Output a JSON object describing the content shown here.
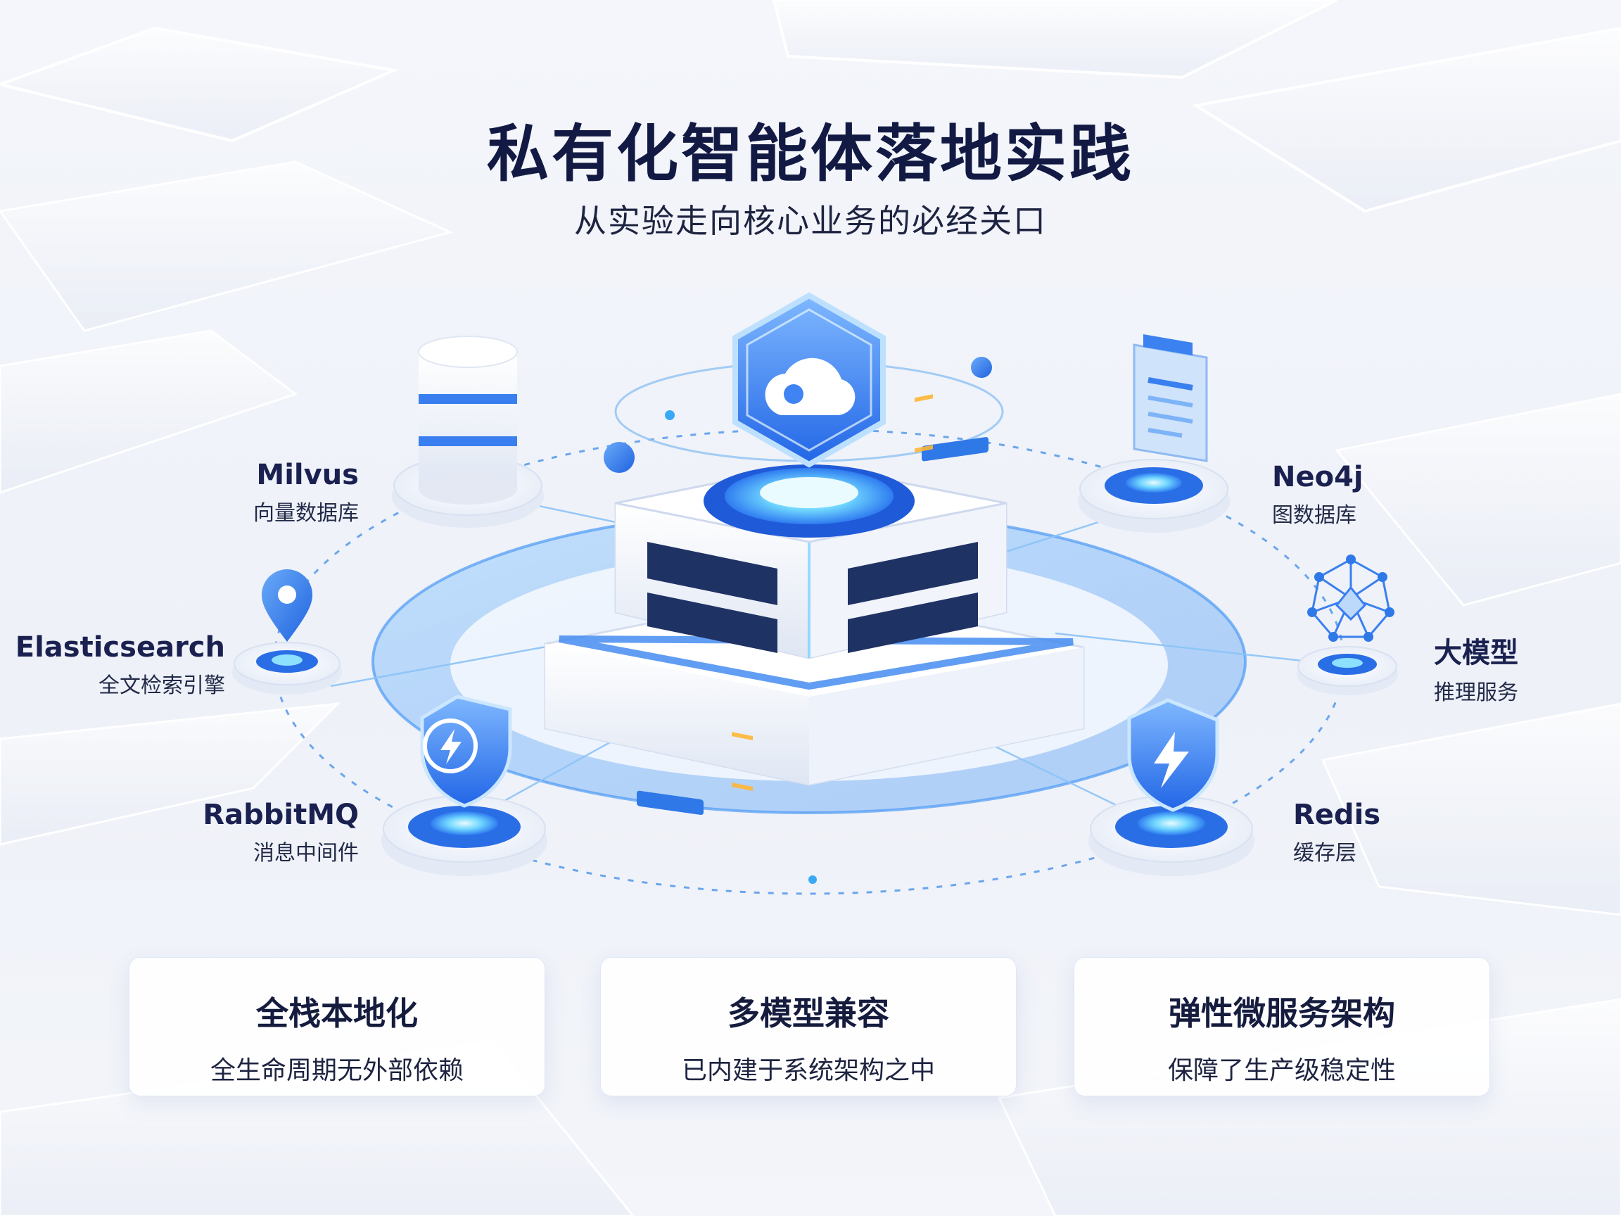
{
  "header": {
    "title": "私有化智能体落地实践",
    "subtitle": "从实验走向核心业务的必经关口"
  },
  "nodes": {
    "milvus": {
      "name": "Milvus",
      "desc": "向量数据库",
      "icon": "database-stack-icon"
    },
    "elasticsearch": {
      "name": "Elasticsearch",
      "desc": "全文检索引擎",
      "icon": "map-pin-icon"
    },
    "rabbitmq": {
      "name": "RabbitMQ",
      "desc": "消息中间件",
      "icon": "lightning-shield-icon"
    },
    "neo4j": {
      "name": "Neo4j",
      "desc": "图数据库",
      "icon": "document-clipboard-icon"
    },
    "llm": {
      "name": "大模型",
      "desc": "推理服务",
      "icon": "network-graph-icon"
    },
    "redis": {
      "name": "Redis",
      "desc": "缓存层",
      "icon": "lightning-shield-icon"
    }
  },
  "center": {
    "icon": "cloud-shield-icon",
    "base": "server-rack-icon"
  },
  "cards": [
    {
      "title": "全栈本地化",
      "desc": "全生命周期无外部依赖"
    },
    {
      "title": "多模型兼容",
      "desc": "已内建于系统架构之中"
    },
    {
      "title": "弹性微服务架构",
      "desc": "保障了生产级稳定性"
    }
  ],
  "colors": {
    "accent": "#2f7bf0",
    "glow": "#5ec8ff",
    "title": "#121a44",
    "platform": "#ffffff"
  }
}
